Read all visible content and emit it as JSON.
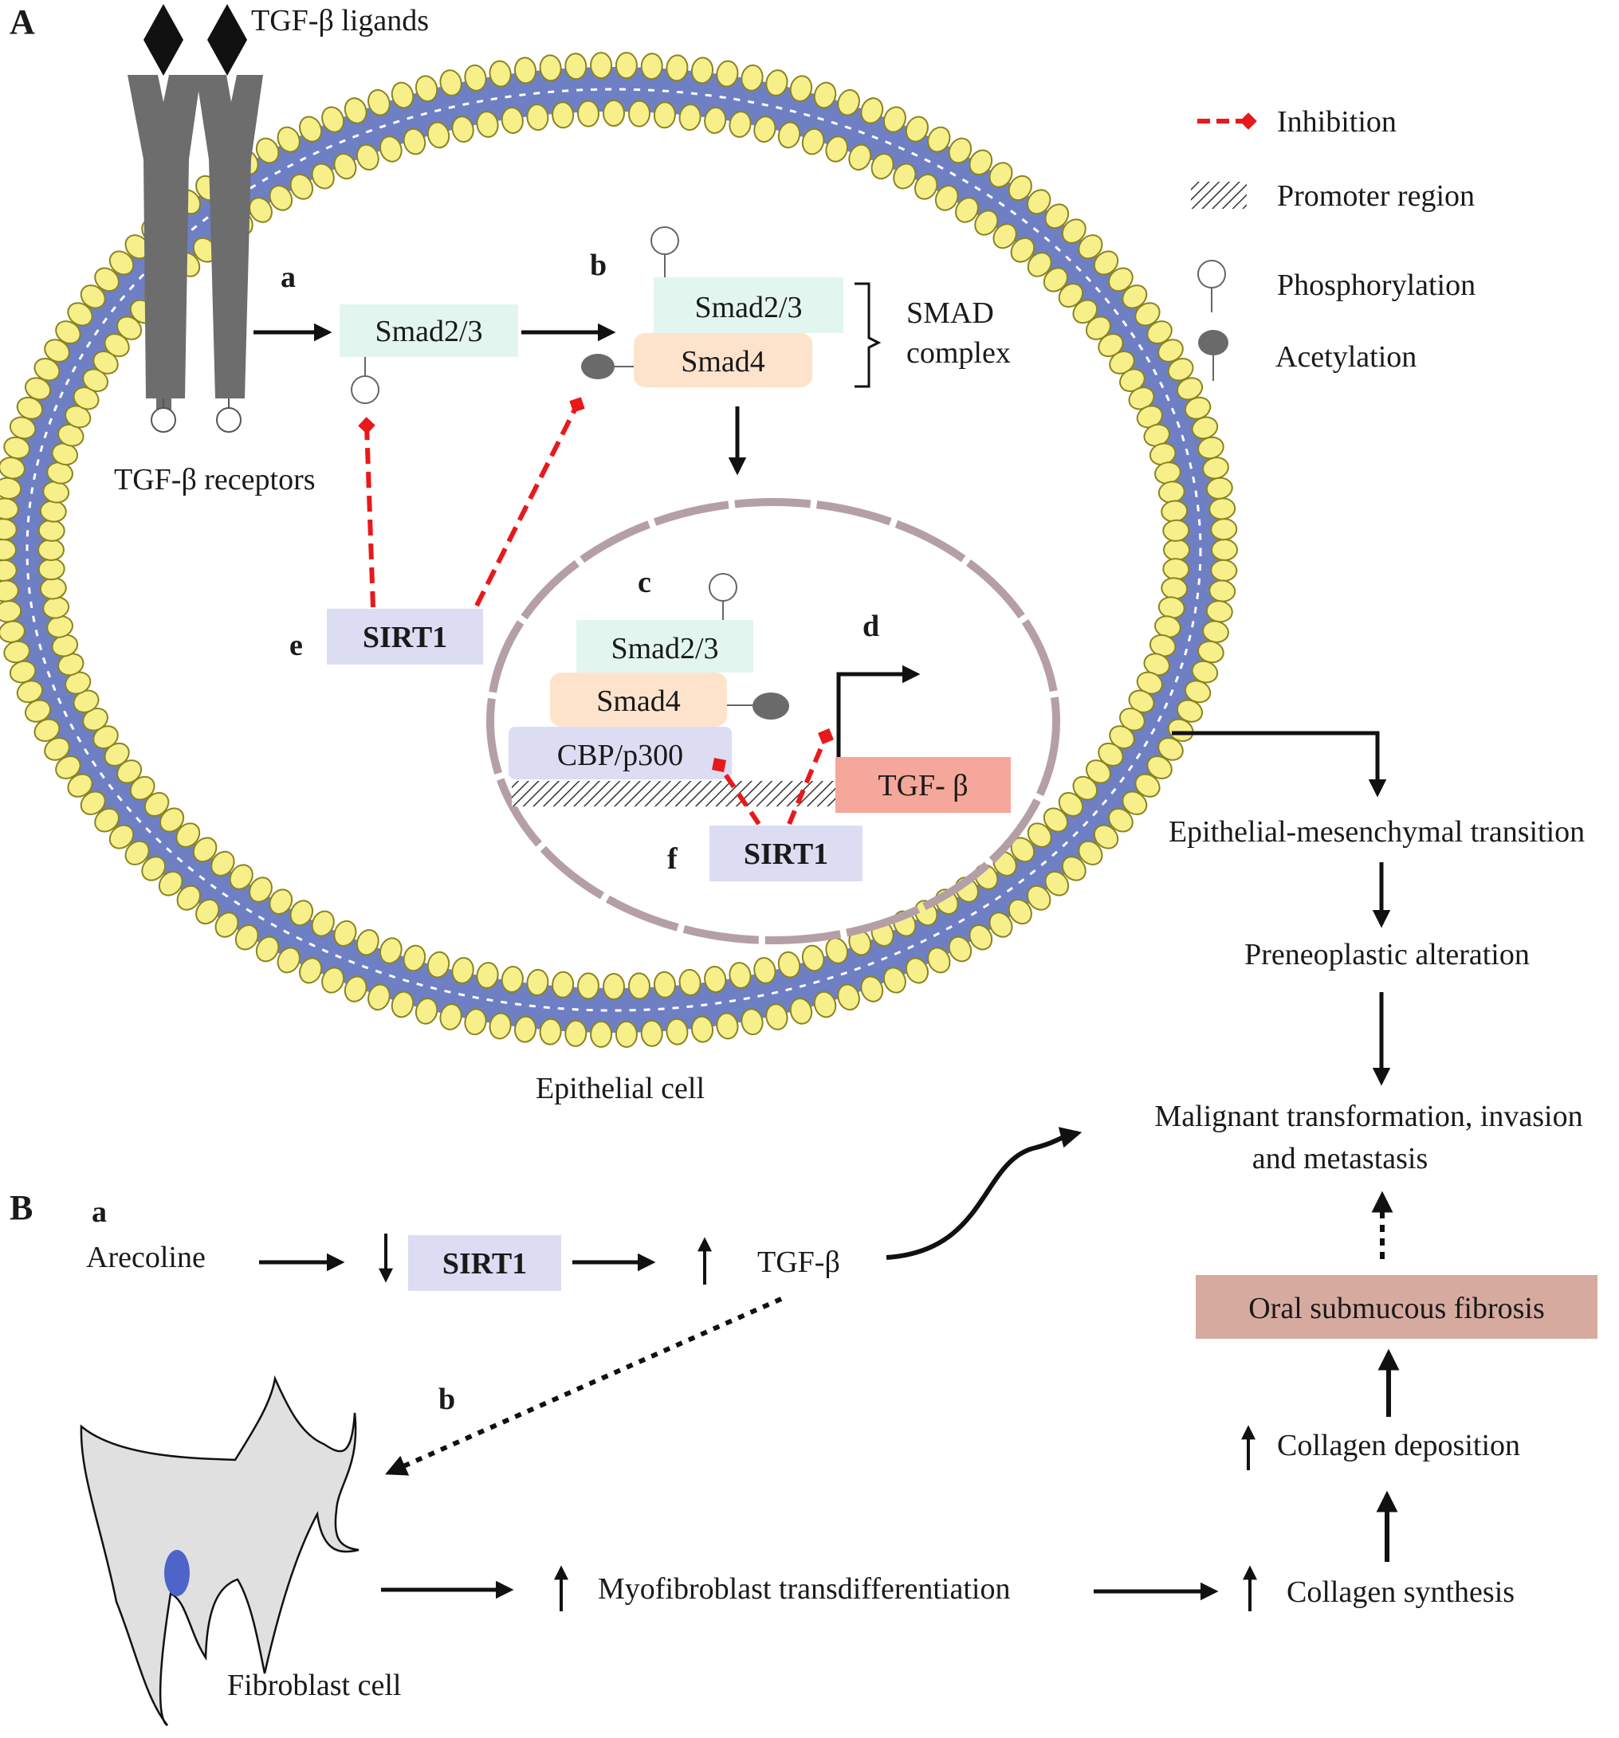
{
  "panels": {
    "a": "A",
    "b": "B"
  },
  "colors": {
    "membrane_band": "#6f7fc4",
    "lipid_head": "#f7ef8a",
    "lipid_head_stroke": "#8a8420",
    "inhibition": "#e8191a",
    "smad23_fill": "#e3f5ef",
    "smad4_fill": "#fde3cc",
    "cbp_fill": "#dcdcf3",
    "sirt1_fill": "#dcdcf3",
    "tgfb_gene_fill": "#f4a79a",
    "osf_fill": "#d7aaa0",
    "receptor_fill": "#6d6d6d",
    "nucleus_stroke": "#b59fa7",
    "fibroblast_fill": "#e0e0e0",
    "fibroblast_nucleus": "#4e64c8"
  },
  "legend": {
    "inhibition": "Inhibition",
    "promoter": "Promoter  region",
    "phosphorylation": "Phosphorylation",
    "acetylation": "Acetylation"
  },
  "panel_a": {
    "ligands": "TGF-β ligands",
    "receptors": "TGF-β receptors",
    "cell": "Epithelial cell",
    "steps": {
      "a": "a",
      "b": "b",
      "c": "c",
      "d": "d",
      "e": "e",
      "f": "f"
    },
    "smad23": "Smad2/3",
    "smad4": "Smad4",
    "complex": [
      "SMAD",
      "complex"
    ],
    "cbp": "CBP/p300",
    "sirt1": "SIRT1",
    "tgfb_gene": "TGF- β",
    "outcomes": [
      "Epithelial-mesenchymal transition",
      "Preneoplastic alteration",
      "Malignant transformation, invasion",
      "and metastasis"
    ]
  },
  "panel_b": {
    "steps": {
      "a": "a",
      "b": "b"
    },
    "arecoline": "Arecoline",
    "sirt1": "SIRT1",
    "tgfb": "TGF-β",
    "fibroblast": "Fibroblast cell",
    "myofibroblast": "Myofibroblast  transdifferentiation",
    "collagen_synthesis": "Collagen synthesis",
    "collagen_deposition": "Collagen deposition",
    "osf": "Oral submucous fibrosis"
  }
}
